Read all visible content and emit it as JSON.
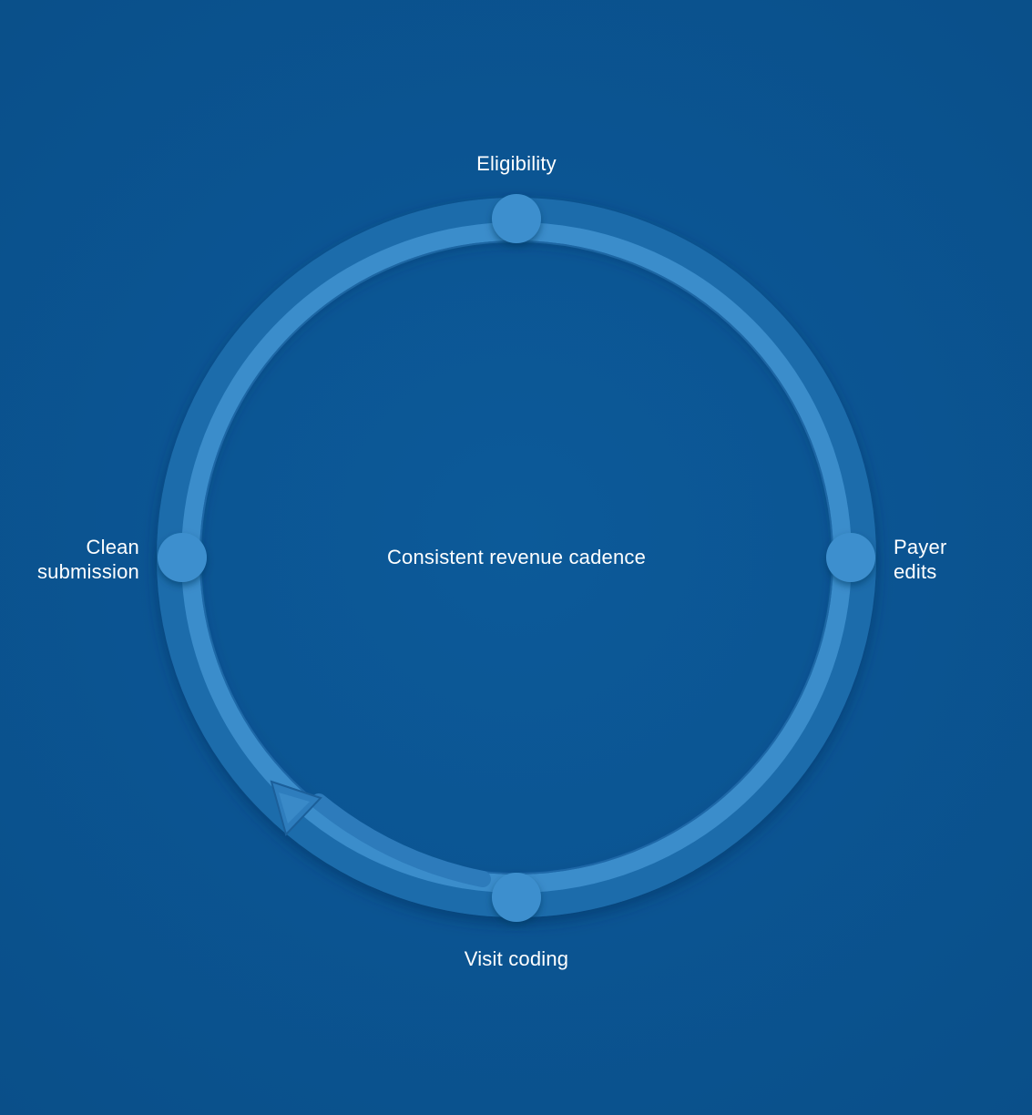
{
  "diagram": {
    "center_label": "Consistent revenue cadence",
    "nodes": {
      "top": {
        "label": "Eligibility"
      },
      "right": {
        "line1": "Payer",
        "line2": "edits"
      },
      "bottom": {
        "label": "Visit coding"
      },
      "left": {
        "line1": "Clean",
        "line2": "submission"
      }
    }
  },
  "colors": {
    "background": "#0b5592",
    "outer_ring": "#2070b0",
    "inner_ring": "#3d8fcc",
    "node": "#3e8fce",
    "text": "#ffffff"
  }
}
